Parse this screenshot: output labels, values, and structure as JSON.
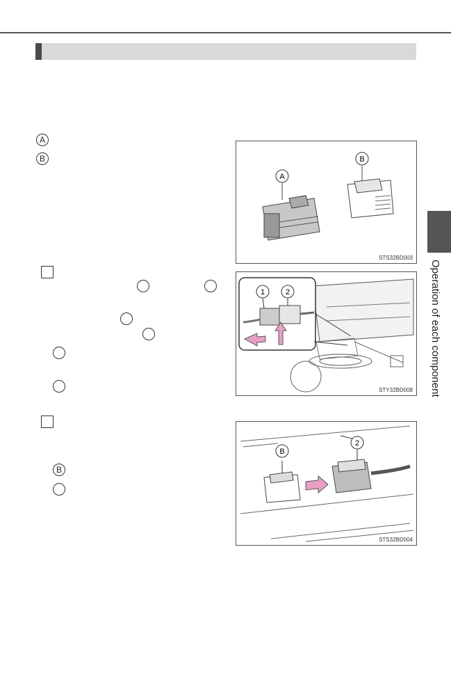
{
  "section_heading": "",
  "markers": {
    "a": "A",
    "b": "B",
    "one": "1",
    "two": "2"
  },
  "figures": {
    "fig1": {
      "code": "STS32BD003",
      "callout_a": "A",
      "callout_b": "B"
    },
    "fig2": {
      "code": "STY32BD008",
      "callout_1": "1",
      "callout_2": "2"
    },
    "fig3": {
      "code": "STS32BD004",
      "callout_b": "B",
      "callout_2": "2"
    }
  },
  "side_tab": {
    "label": "Operation of each component",
    "color": "#555555"
  },
  "colors": {
    "arrow": "#e8a0c4",
    "rule": "#555555",
    "heading_bg": "#d9d9d9"
  }
}
